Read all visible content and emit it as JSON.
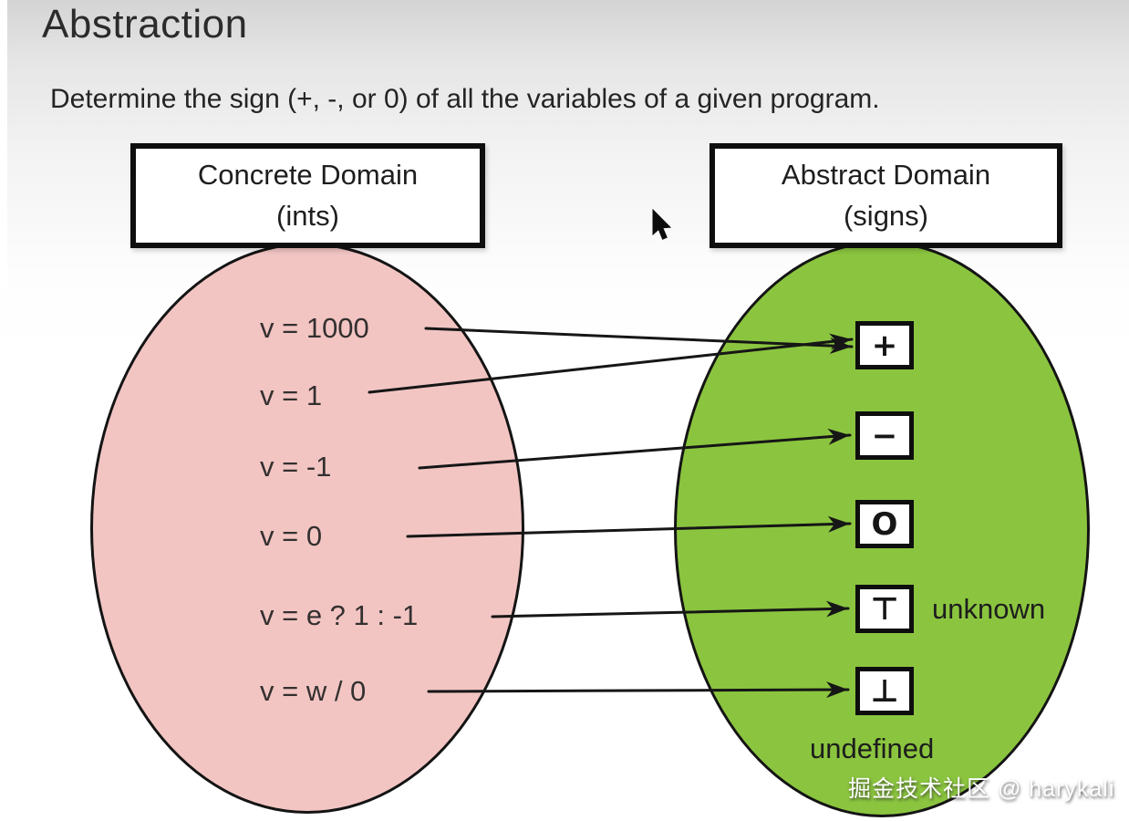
{
  "slide": {
    "title": "Abstraction",
    "subtitle": "Determine the sign (+, -, or 0) of all the variables of a given program."
  },
  "concrete_domain": {
    "title_line1": "Concrete Domain",
    "title_line2": "(ints)",
    "fill_color": "#f2c5c3",
    "items": [
      "v = 1000",
      "v = 1",
      "v = -1",
      "v = 0",
      "v = e ? 1 : -1",
      "v = w / 0"
    ]
  },
  "abstract_domain": {
    "title_line1": "Abstract Domain",
    "title_line2": "(signs)",
    "fill_color": "#8bc53f",
    "items": [
      {
        "symbol": "+",
        "label": ""
      },
      {
        "symbol": "−",
        "label": ""
      },
      {
        "symbol": "O",
        "label": ""
      },
      {
        "symbol": "⊤",
        "label": "unknown"
      },
      {
        "symbol": "⊥",
        "label": "undefined"
      }
    ]
  },
  "mappings": [
    {
      "from": "v = 1000",
      "to": "+"
    },
    {
      "from": "v = 1",
      "to": "+"
    },
    {
      "from": "v = -1",
      "to": "−"
    },
    {
      "from": "v = 0",
      "to": "O"
    },
    {
      "from": "v = e ? 1 : -1",
      "to": "⊤"
    },
    {
      "from": "v = w / 0",
      "to": "⊥"
    }
  ],
  "stroke_color": "#161616",
  "watermark": "掘金技术社区 @ harykali"
}
